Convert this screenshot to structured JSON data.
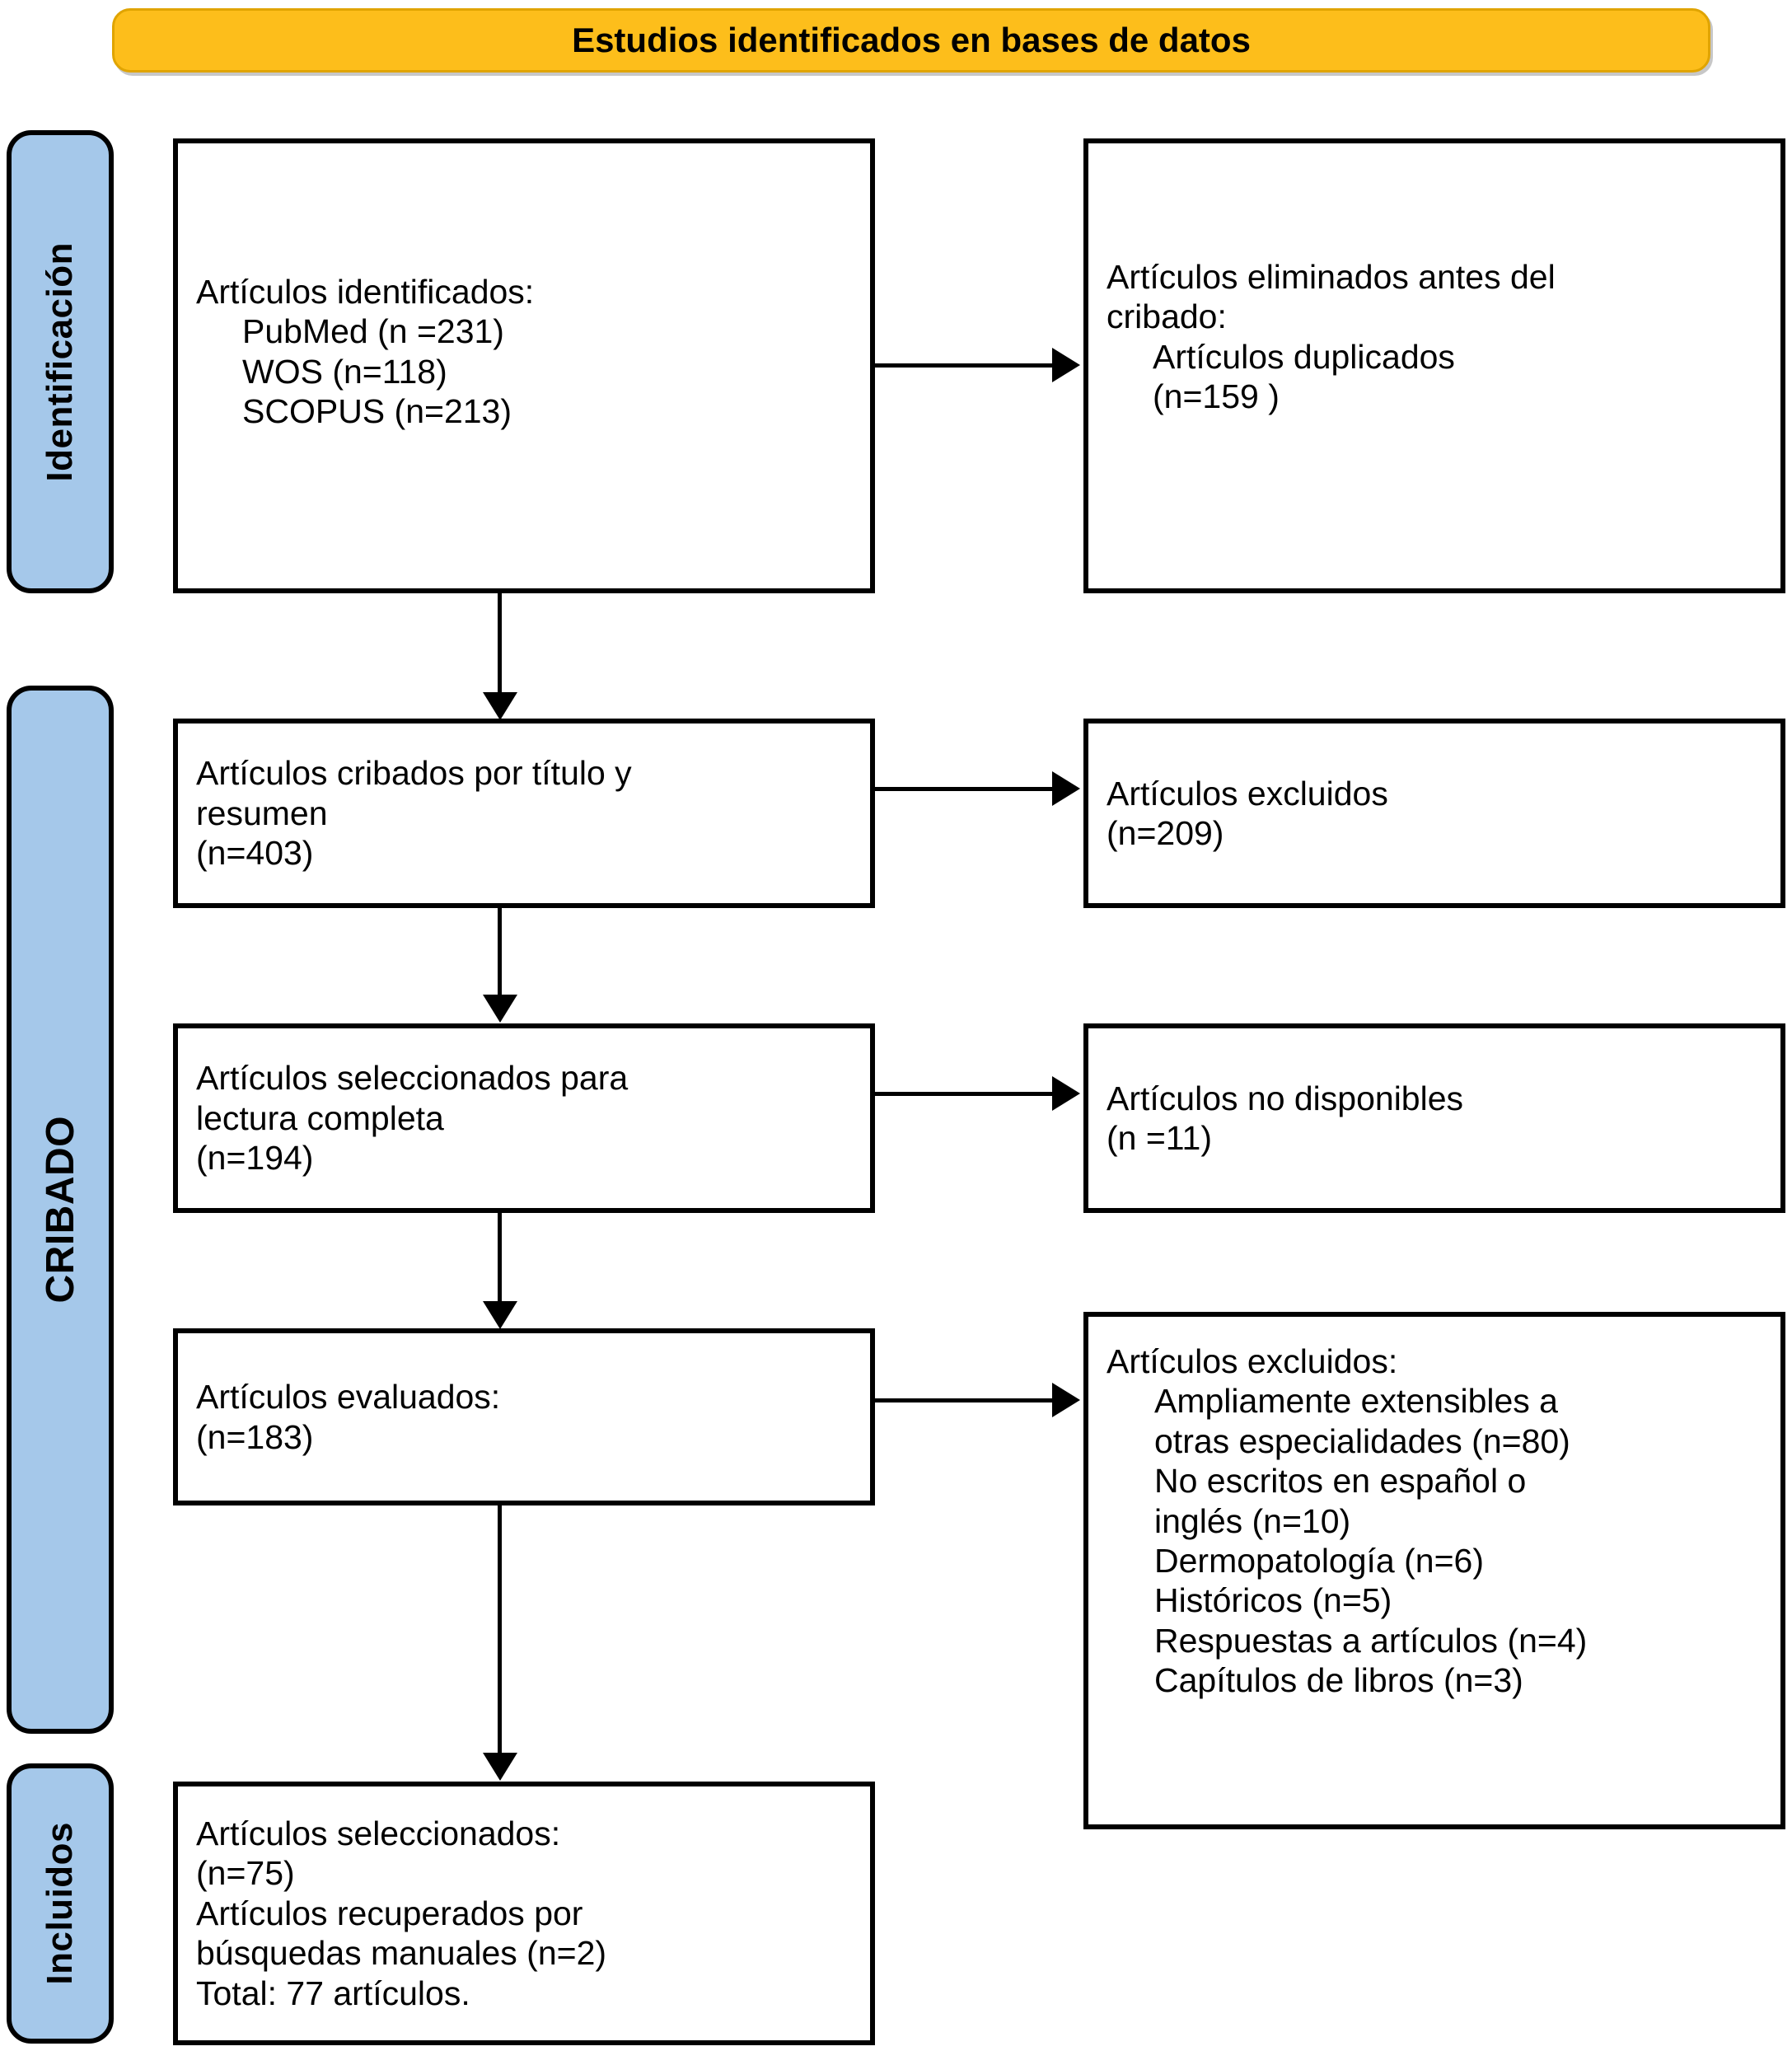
{
  "banner": {
    "title": "Estudios identificados en bases de datos"
  },
  "stages": [
    {
      "id": "identificacion",
      "label": "Identificación"
    },
    {
      "id": "cribado",
      "label": "CRIBADO"
    },
    {
      "id": "incluidos",
      "label": "Incluidos"
    }
  ],
  "boxes": {
    "identified": {
      "name": "articulos-identificados-box",
      "lines": [
        {
          "text": "Artículos identificados:",
          "indent": 0
        },
        {
          "text": "PubMed (n =231)",
          "indent": 1
        },
        {
          "text": "WOS (n=118)",
          "indent": 1
        },
        {
          "text": "SCOPUS (n=213)",
          "indent": 1
        }
      ]
    },
    "removed_before_screening": {
      "name": "articulos-eliminados-box",
      "lines": [
        {
          "text": "Artículos eliminados antes del",
          "indent": 0
        },
        {
          "text": "cribado:",
          "indent": 0
        },
        {
          "text": "Artículos duplicados",
          "indent": 1
        },
        {
          "text": "(n=159 )",
          "indent": 1
        }
      ]
    },
    "screened": {
      "name": "articulos-cribados-box",
      "lines": [
        {
          "text": "Artículos cribados por título y",
          "indent": 0
        },
        {
          "text": "resumen",
          "indent": 0
        },
        {
          "text": "(n=403)",
          "indent": 0
        }
      ]
    },
    "excluded_screening": {
      "name": "articulos-excluidos-cribado-box",
      "lines": [
        {
          "text": "Artículos excluidos",
          "indent": 0
        },
        {
          "text": "(n=209)",
          "indent": 0
        }
      ]
    },
    "full_text": {
      "name": "articulos-seleccionados-lectura-box",
      "lines": [
        {
          "text": "Artículos seleccionados para",
          "indent": 0
        },
        {
          "text": "lectura completa",
          "indent": 0
        },
        {
          "text": "(n=194)",
          "indent": 0
        }
      ]
    },
    "not_available": {
      "name": "articulos-no-disponibles-box",
      "lines": [
        {
          "text": "Artículos no disponibles",
          "indent": 0
        },
        {
          "text": "(n =11)",
          "indent": 0
        }
      ]
    },
    "assessed": {
      "name": "articulos-evaluados-box",
      "lines": [
        {
          "text": "Artículos evaluados:",
          "indent": 0
        },
        {
          "text": "(n=183)",
          "indent": 0
        }
      ]
    },
    "excluded_reasons": {
      "name": "articulos-excluidos-motivos-box",
      "lines": [
        {
          "text": "Artículos excluidos:",
          "indent": 0
        },
        {
          "text": "Ampliamente extensibles a",
          "indent": 2
        },
        {
          "text": "otras especialidades (n=80)",
          "indent": 2
        },
        {
          "text": "No escritos en español o",
          "indent": 2
        },
        {
          "text": "inglés (n=10)",
          "indent": 2
        },
        {
          "text": "Dermopatología (n=6)",
          "indent": 2
        },
        {
          "text": "Históricos (n=5)",
          "indent": 2
        },
        {
          "text": "Respuestas a artículos (n=4)",
          "indent": 2
        },
        {
          "text": "Capítulos de libros (n=3)",
          "indent": 2
        }
      ]
    },
    "included": {
      "name": "articulos-incluidos-box",
      "lines": [
        {
          "text": "Artículos seleccionados:",
          "indent": 0
        },
        {
          "text": "(n=75)",
          "indent": 0
        },
        {
          "text": "Artículos recuperados por",
          "indent": 0
        },
        {
          "text": "búsquedas manuales (n=2)",
          "indent": 0
        },
        {
          "text": "Total: 77 artículos.",
          "indent": 0
        }
      ]
    }
  },
  "colors": {
    "banner_fill": "#fdbe1b",
    "stage_fill": "#a5c8ea",
    "box_border": "#000000",
    "box_fill": "#ffffff",
    "text": "#000000"
  }
}
